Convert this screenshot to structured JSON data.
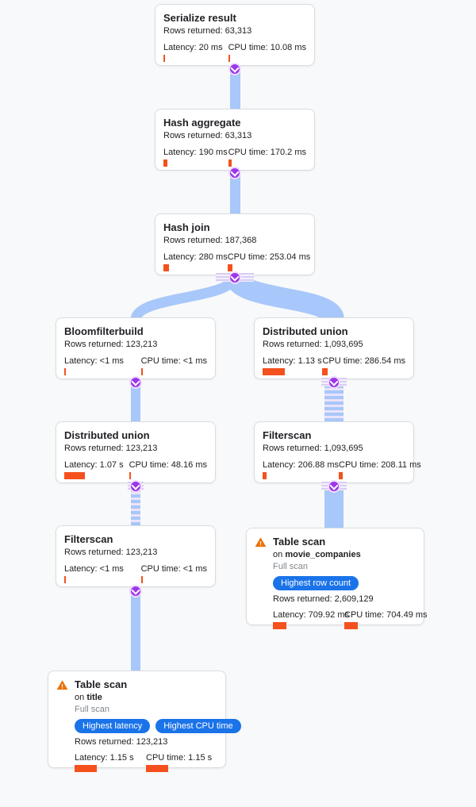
{
  "colors": {
    "background": "#f8f9fa",
    "card_border": "#dadce0",
    "edge": "#a8c7fa",
    "junction": "#9c36ea",
    "bar": "#f4511e",
    "badge": "#1a73e8",
    "warning": "#e8710a"
  },
  "nodes": {
    "serialize": {
      "title": "Serialize result",
      "rows": "Rows returned: 63,313",
      "latency": "Latency: 20 ms",
      "cpu": "CPU time: 10.08 ms",
      "latency_ms": 20,
      "cpu_ms": 10.08
    },
    "hash_aggregate": {
      "title": "Hash aggregate",
      "rows": "Rows returned: 63,313",
      "latency": "Latency: 190 ms",
      "cpu": "CPU time: 170.2 ms",
      "latency_ms": 190,
      "cpu_ms": 170.2
    },
    "hash_join": {
      "title": "Hash join",
      "rows": "Rows returned: 187,368",
      "latency": "Latency: 280 ms",
      "cpu": "CPU time: 253.04 ms",
      "latency_ms": 280,
      "cpu_ms": 253.04
    },
    "bloomfilterbuild": {
      "title": "Bloomfilterbuild",
      "rows": "Rows returned: 123,213",
      "latency": "Latency: <1 ms",
      "cpu": "CPU time: <1 ms",
      "latency_ms": 1,
      "cpu_ms": 1
    },
    "dist_union_right": {
      "title": "Distributed union",
      "rows": "Rows returned: 1,093,695",
      "latency": "Latency: 1.13 s",
      "cpu": "CPU time: 286.54 ms",
      "latency_ms": 1130,
      "cpu_ms": 286.54
    },
    "dist_union_left": {
      "title": "Distributed union",
      "rows": "Rows returned: 123,213",
      "latency": "Latency: 1.07 s",
      "cpu": "CPU time: 48.16 ms",
      "latency_ms": 1070,
      "cpu_ms": 48.16
    },
    "filterscan_right": {
      "title": "Filterscan",
      "rows": "Rows returned: 1,093,695",
      "latency": "Latency: 206.88 ms",
      "cpu": "CPU time: 208.11 ms",
      "latency_ms": 206.88,
      "cpu_ms": 208.11
    },
    "filterscan_left": {
      "title": "Filterscan",
      "rows": "Rows returned: 123,213",
      "latency": "Latency: <1 ms",
      "cpu": "CPU time: <1 ms",
      "latency_ms": 1,
      "cpu_ms": 1
    },
    "table_scan_right": {
      "title": "Table scan",
      "on_prefix": "on",
      "table": "movie_companies",
      "scan_type": "Full scan",
      "badges": [
        "Highest row count"
      ],
      "rows": "Rows returned: 2,609,129",
      "latency": "Latency: 709.92 ms",
      "cpu": "CPU time: 704.49 ms",
      "latency_ms": 709.92,
      "cpu_ms": 704.49
    },
    "table_scan_left": {
      "title": "Table scan",
      "on_prefix": "on",
      "table": "title",
      "scan_type": "Full scan",
      "badges": [
        "Highest latency",
        "Highest CPU time"
      ],
      "rows": "Rows returned: 123,213",
      "latency": "Latency: 1.15 s",
      "cpu": "CPU time: 1.15 s",
      "latency_ms": 1150,
      "cpu_ms": 1150
    }
  }
}
